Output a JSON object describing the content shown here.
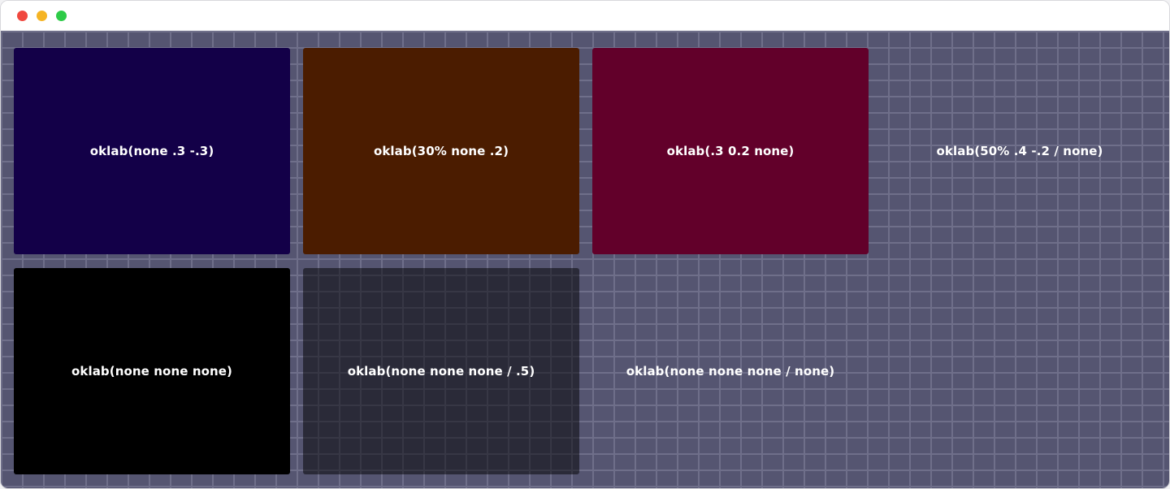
{
  "window": {
    "controls": [
      "close",
      "minimize",
      "zoom"
    ],
    "control_colors": {
      "close": "#f0483f",
      "minimize": "#f5b424",
      "zoom": "#2ecb48"
    }
  },
  "page": {
    "background_pattern": "brick-wall",
    "background_color": "#555571",
    "mortar_color": "#6f6f8a"
  },
  "swatches": [
    {
      "label": "oklab(none .3 -.3)",
      "color": "#130048"
    },
    {
      "label": "oklab(30% none .2)",
      "color": "#4b1c00"
    },
    {
      "label": "oklab(.3 0.2 none)",
      "color": "#62002a"
    },
    {
      "label": "oklab(50% .4 -.2 / none)",
      "color": "transparent"
    },
    {
      "label": "oklab(none none none)",
      "color": "#000000"
    },
    {
      "label": "oklab(none none none / .5)",
      "color": "rgba(0,0,0,0.5)"
    },
    {
      "label": "oklab(none none none / none)",
      "color": "transparent"
    }
  ]
}
